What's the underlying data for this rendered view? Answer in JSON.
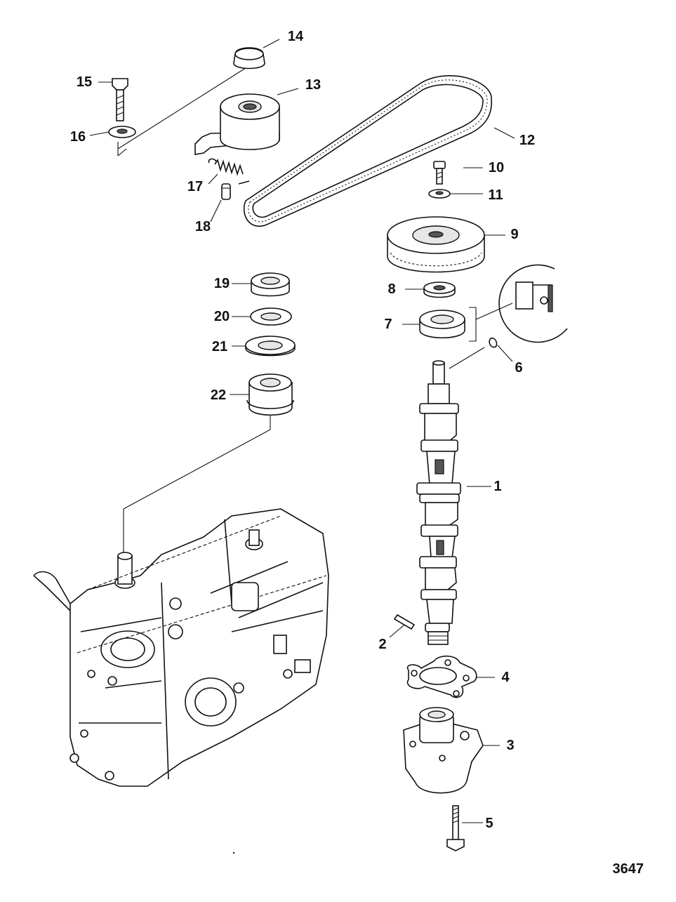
{
  "figure_id": "3647",
  "callouts": [
    {
      "num": "1"
    },
    {
      "num": "2"
    },
    {
      "num": "3"
    },
    {
      "num": "4"
    },
    {
      "num": "5"
    },
    {
      "num": "6"
    },
    {
      "num": "7"
    },
    {
      "num": "8"
    },
    {
      "num": "9"
    },
    {
      "num": "10"
    },
    {
      "num": "11"
    },
    {
      "num": "12"
    },
    {
      "num": "13"
    },
    {
      "num": "14"
    },
    {
      "num": "15"
    },
    {
      "num": "16"
    },
    {
      "num": "17"
    },
    {
      "num": "18"
    },
    {
      "num": "19"
    },
    {
      "num": "20"
    },
    {
      "num": "21"
    },
    {
      "num": "22"
    }
  ]
}
